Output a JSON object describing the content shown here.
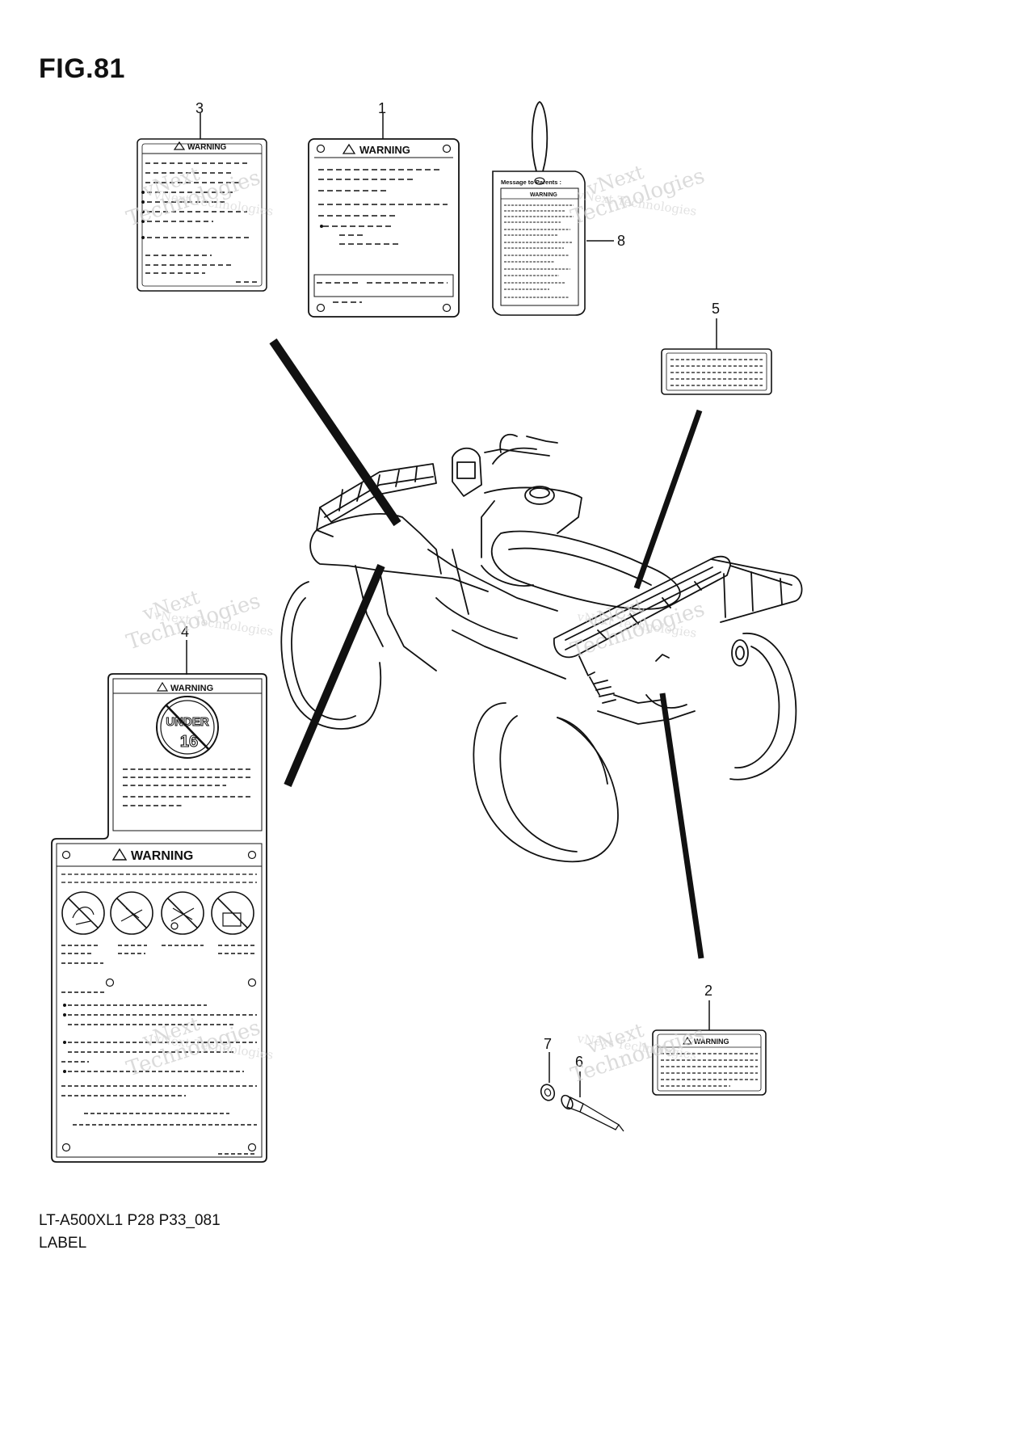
{
  "figure": {
    "title": "FIG.81",
    "model_code": "LT-A500XL1 P28 P33_081",
    "section_name": "LABEL"
  },
  "labels": {
    "warning_text": "WARNING",
    "tag_header": "Message to Parents :",
    "age_badge_word": "UNDER",
    "age_badge_number": "16"
  },
  "callouts": [
    "3",
    "1",
    "8",
    "5",
    "4",
    "2",
    "7",
    "6"
  ],
  "watermark": {
    "line1": "vNext Technologies",
    "line2": "vNext",
    "line3": "Technologies"
  },
  "colors": {
    "ink": "#111111",
    "paper": "#ffffff",
    "watermark": "#cfcfcf"
  }
}
